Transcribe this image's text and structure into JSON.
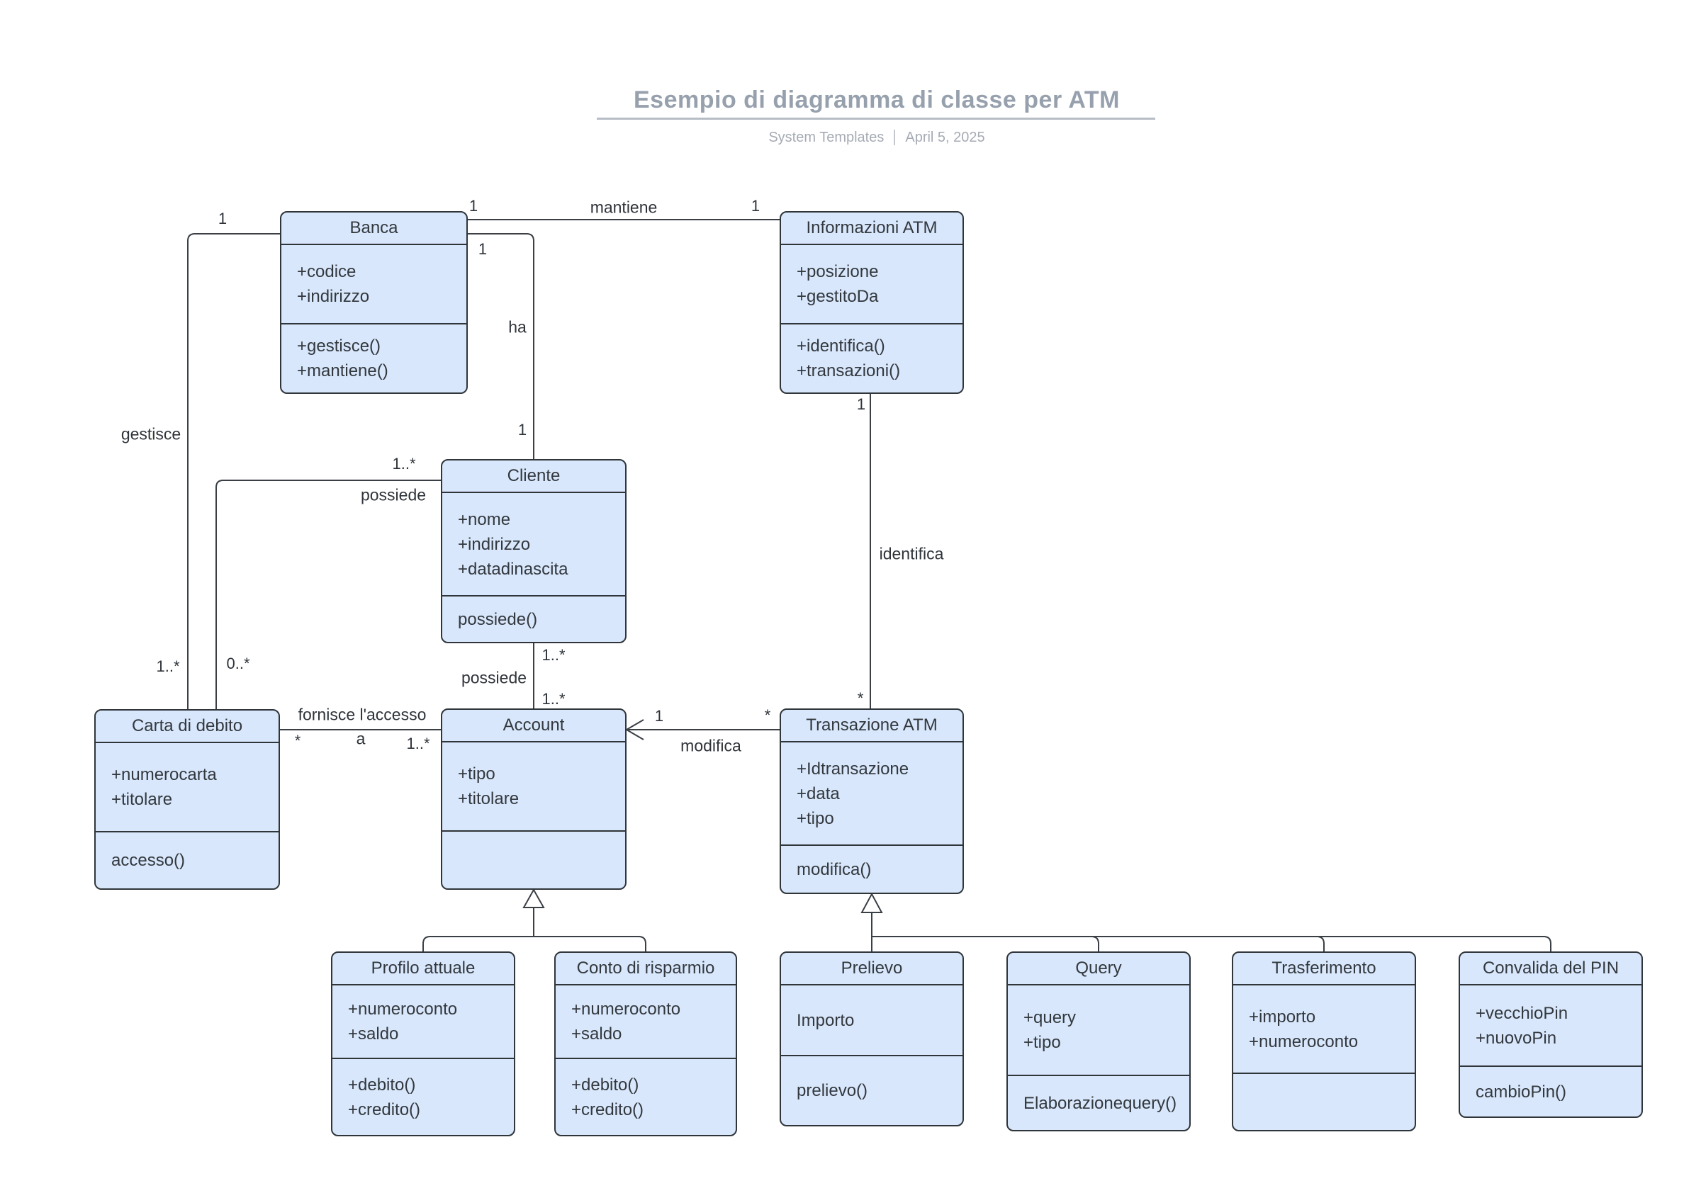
{
  "header": {
    "title": "Esempio di diagramma di classe per ATM",
    "subtitle_left": "System Templates",
    "subtitle_right": "April 5, 2025"
  },
  "colors": {
    "class_fill": "#d8e7fb",
    "class_border": "#30353a",
    "line": "#3a3f45",
    "title_text": "#97a0ad"
  },
  "classes": [
    {
      "id": "banca",
      "name": "Banca",
      "attributes": [
        "+codice",
        "+indirizzo"
      ],
      "operations": [
        "+gestisce()",
        "+mantiene()"
      ]
    },
    {
      "id": "informazioni-atm",
      "name": "Informazioni ATM",
      "attributes": [
        "+posizione",
        "+gestitoDa"
      ],
      "operations": [
        "+identifica()",
        "+transazioni()"
      ]
    },
    {
      "id": "cliente",
      "name": "Cliente",
      "attributes": [
        "+nome",
        "+indirizzo",
        "+datadinascita"
      ],
      "operations": [
        "possiede()"
      ]
    },
    {
      "id": "carta-di-debito",
      "name": "Carta di debito",
      "attributes": [
        "+numerocarta",
        "+titolare"
      ],
      "operations": [
        "accesso()"
      ]
    },
    {
      "id": "account",
      "name": "Account",
      "attributes": [
        "+tipo",
        "+titolare"
      ],
      "operations": []
    },
    {
      "id": "transazione-atm",
      "name": "Transazione ATM",
      "attributes": [
        "+Idtransazione",
        "+data",
        "+tipo"
      ],
      "operations": [
        "modifica()"
      ]
    },
    {
      "id": "profilo-attuale",
      "name": "Profilo attuale",
      "attributes": [
        "+numeroconto",
        "+saldo"
      ],
      "operations": [
        "+debito()",
        "+credito()"
      ]
    },
    {
      "id": "conto-di-risparmio",
      "name": "Conto di risparmio",
      "attributes": [
        "+numeroconto",
        "+saldo"
      ],
      "operations": [
        "+debito()",
        "+credito()"
      ]
    },
    {
      "id": "prelievo",
      "name": "Prelievo",
      "attributes": [
        "Importo"
      ],
      "operations": [
        "prelievo()"
      ]
    },
    {
      "id": "query",
      "name": "Query",
      "attributes": [
        "+query",
        "+tipo"
      ],
      "operations": [
        "Elaborazionequery()"
      ]
    },
    {
      "id": "trasferimento",
      "name": "Trasferimento",
      "attributes": [
        "+importo",
        "+numeroconto"
      ],
      "operations": []
    },
    {
      "id": "convalida-del-pin",
      "name": "Convalida del PIN",
      "attributes": [
        "+vecchioPin",
        "+nuovoPin"
      ],
      "operations": [
        "cambioPin()"
      ]
    }
  ],
  "edges": {
    "mantiene": {
      "label": "mantiene",
      "banca_mult": "1",
      "atm_mult": "1"
    },
    "ha": {
      "label": "ha",
      "banca_mult": "1",
      "cliente_mult": "1"
    },
    "gestisce": {
      "label": "gestisce",
      "banca_mult": "1",
      "carta_mult": "1..*"
    },
    "possiede_carta": {
      "label": "possiede",
      "cliente_mult": "1..*",
      "carta_mult": "0..*"
    },
    "possiede_account": {
      "label": "possiede",
      "cliente_mult": "1..*",
      "account_mult": "1..*"
    },
    "fornisce_accesso": {
      "label_line1": "fornisce l'accesso",
      "label_line2": "a",
      "carta_mult": "*",
      "account_mult": "1..*"
    },
    "modifica": {
      "label": "modifica",
      "account_mult": "1",
      "transazione_mult": "*"
    },
    "identifica": {
      "label": "identifica",
      "atm_mult": "1",
      "transazione_mult": "*"
    }
  }
}
